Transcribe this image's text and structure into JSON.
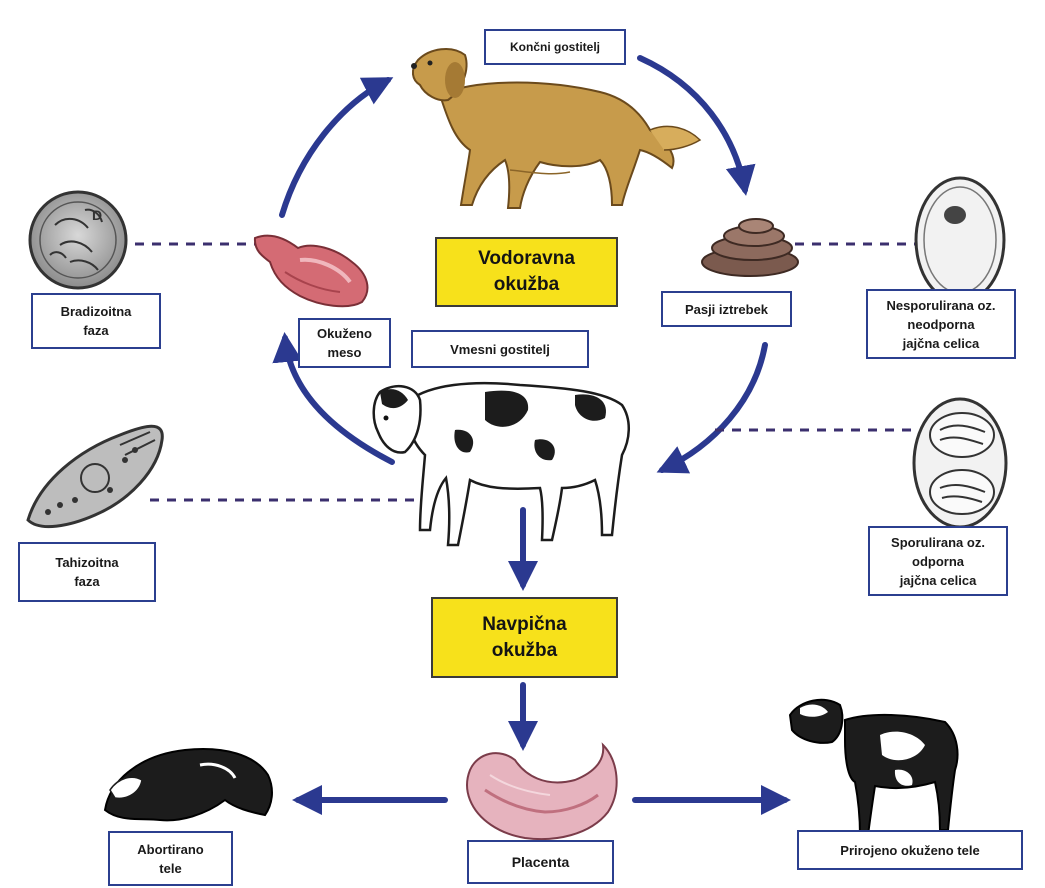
{
  "diagram": {
    "hosts": {
      "definitive_host": "Končni gostitelj",
      "intermediate_host": "Vmesni  gostitelj"
    },
    "infection_modes": {
      "horizontal": "Vodoravna\nokužba",
      "vertical": "Navpična\nokužba"
    },
    "stages": {
      "infected_meat": "Okuženo\nmeso",
      "dog_feces": "Pasji iztrebek",
      "bradyzoite_phase": "Bradizoitna\nfaza",
      "tachyzoite_phase": "Tahizoitna\nfaza",
      "unsporulated_oocyst": "Nesporulirana oz.\nneodporna\njajčna celica",
      "sporulated_oocyst": "Sporulirana oz.\nodporna\njajčna celica"
    },
    "outcomes": {
      "placenta": "Placenta",
      "aborted_calf": "Abortirano\ntele",
      "congenitally_infected_calf": "Prirojeno okuženo tele"
    },
    "colors": {
      "arrow": "#2b3990",
      "label_border": "#2b3f8f",
      "mode_box_fill": "#f7e11b",
      "dashed_connector": "#3b2f6e"
    }
  }
}
